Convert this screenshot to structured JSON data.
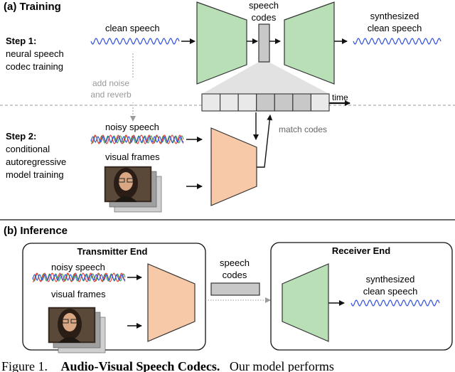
{
  "training": {
    "title": "(a) Training",
    "step1_label": "Step 1:",
    "step1_desc_lines": [
      "neural speech",
      "codec training"
    ],
    "clean_speech": "clean speech",
    "speech_codes_lines": [
      "speech",
      "codes"
    ],
    "synth_lines": [
      "synthesized",
      "clean speech"
    ],
    "noise_lines": [
      "add noise",
      "and reverb"
    ],
    "time_label": "time",
    "step2_label": "Step 2:",
    "step2_desc_lines": [
      "conditional",
      "autoregressive",
      "model training"
    ],
    "noisy_speech": "noisy speech",
    "visual_frames": "visual frames",
    "match_codes": "match codes"
  },
  "inference": {
    "title": "(b) Inference",
    "transmitter_title": "Transmitter End",
    "receiver_title": "Receiver End",
    "noisy_speech": "noisy speech",
    "visual_frames": "visual frames",
    "speech_codes_lines": [
      "speech",
      "codes"
    ],
    "synth_lines": [
      "synthesized",
      "clean speech"
    ]
  },
  "caption": {
    "prefix": "Figure 1.",
    "bold": "Audio-Visual Speech Codecs.",
    "rest": "Our model performs"
  },
  "colors": {
    "encoder_green": "#b9dfb7",
    "encoder_orange": "#f7c9a8",
    "code_gray": "#c8c8c8",
    "wave_blue": "#2f4fe0",
    "wave_red": "#e83a2a",
    "wave_green": "#3aa640"
  }
}
